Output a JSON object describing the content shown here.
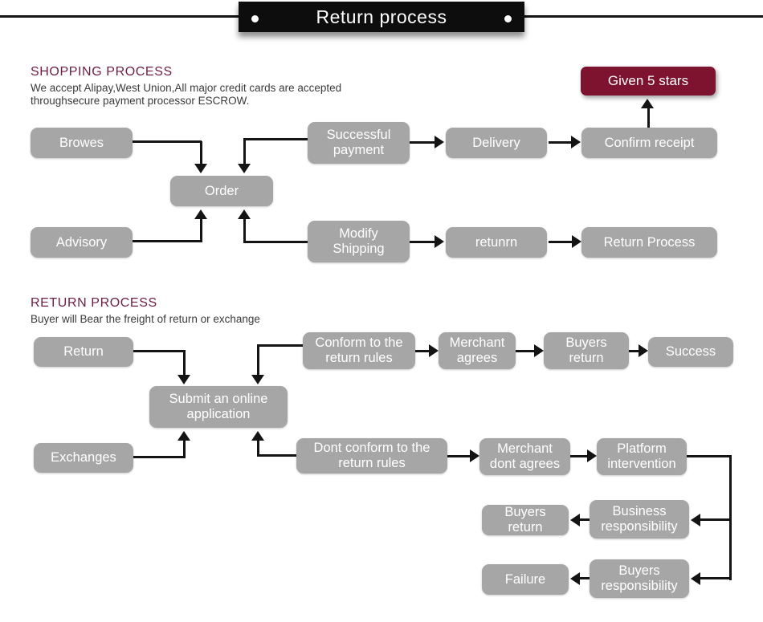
{
  "banner": {
    "title": "Return process"
  },
  "colors": {
    "banner_bg": "#0d0d0d",
    "node_gray": "#a6a6a6",
    "accent_maroon": "#7e132f",
    "heading_maroon": "#6e2044",
    "line_black": "#141414",
    "text_dark": "#3b3b3b"
  },
  "shopping_section": {
    "heading": "SHOPPING PROCESS",
    "description_line1": "We accept Alipay,West Union,All major credit cards are accepted",
    "description_line2": "throughsecure payment processor ESCROW.",
    "nodes": {
      "browes": "Browes",
      "order": "Order",
      "advisory": "Advisory",
      "successful_payment": "Successful payment",
      "delivery": "Delivery",
      "confirm_receipt": "Confirm receipt",
      "given_5_stars": "Given 5 stars",
      "modify_shipping": "Modify Shipping",
      "retunrn": "retunrn",
      "return_process": "Return Process"
    }
  },
  "return_section": {
    "heading": "RETURN PROCESS",
    "description": "Buyer will Bear the freight of return or exchange",
    "nodes": {
      "return": "Return",
      "exchanges": "Exchanges",
      "submit_application": "Submit an online application",
      "conform_rules": "Conform to the return rules",
      "merchant_agrees": "Merchant agrees",
      "buyers_return_top": "Buyers return",
      "success": "Success",
      "dont_conform_rules": "Dont conform to the return rules",
      "merchant_dont_agrees": "Merchant dont agrees",
      "platform_intervention": "Platform intervention",
      "business_responsibility": "Business responsibility",
      "buyers_return_bottom": "Buyers return",
      "buyers_responsibility": "Buyers responsibility",
      "failure": "Failure"
    }
  }
}
